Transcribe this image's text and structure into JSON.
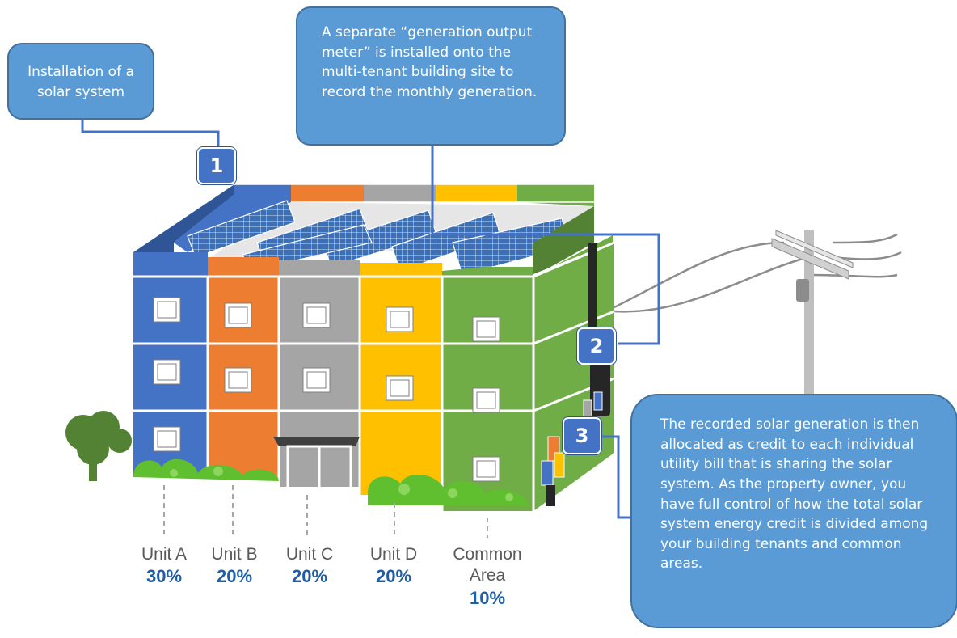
{
  "callouts": {
    "installation": "Installation of a solar system",
    "meter": "A separate “generation output meter” is installed onto the multi-tenant building site to record the monthly generation.",
    "allocation": "The recorded solar generation is then allocated as credit to each individual utility bill that is sharing the solar system. As the property owner, you have full control of how the total solar system energy credit is divided among your building tenants and common areas."
  },
  "steps": [
    "1",
    "2",
    "3"
  ],
  "units": [
    {
      "name": "Unit A",
      "share": "30%"
    },
    {
      "name": "Unit B",
      "share": "20%"
    },
    {
      "name": "Unit C",
      "share": "20%"
    },
    {
      "name": "Unit D",
      "share": "20%"
    },
    {
      "name": "Common Area",
      "share": "10%"
    }
  ],
  "colors": {
    "unit_a": "#4472c4",
    "unit_b": "#ed7d31",
    "unit_c": "#a5a5a5",
    "unit_d": "#ffc000",
    "common": "#70ad47",
    "callout": "#5b9bd5",
    "badge": "#4472c4",
    "share_text": "#1f5fa8"
  }
}
